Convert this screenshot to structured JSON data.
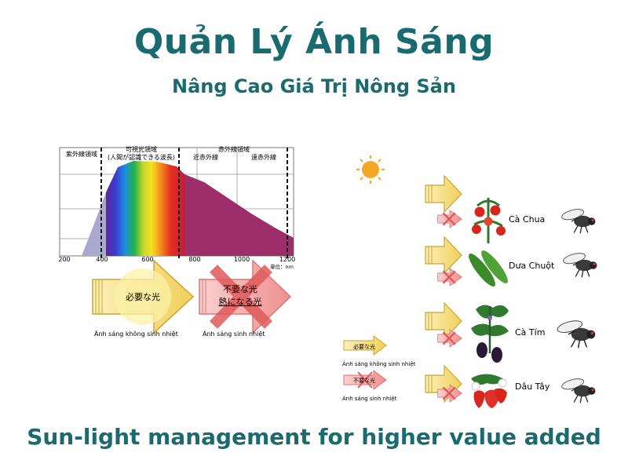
{
  "title": "Quản Lý Ánh Sáng",
  "subtitle": "Nâng Cao Giá Trị Nông Sản",
  "footer": "Sun-light management for higher value added",
  "spectrum": {
    "regions": [
      "紫外線領域",
      "可視光領域",
      "(人間が認識できる波長)",
      "赤外線領域",
      "近赤外線",
      "遠赤外線"
    ],
    "ticks": [
      "200",
      "400",
      "600",
      "800",
      "1000",
      "1200"
    ],
    "unit": "単位：nm"
  },
  "left_arrows": {
    "needed_label": "必要な光",
    "unneeded_line1": "不要な光",
    "unneeded_line2": "熱になる光",
    "caption_needed": "Ánh sáng không sinh nhiệt",
    "caption_unneeded": "Ánh sáng sinh nhiệt"
  },
  "legend": {
    "needed": "必要な光",
    "needed_caption": "Ánh sáng không sinh nhiệt",
    "unneeded": "不要な光",
    "unneeded_caption": "Ánh sáng sinh nhiệt"
  },
  "crops": [
    "Cà Chua",
    "Dưa Chuột",
    "Cà Tím",
    "Dâu Tây"
  ],
  "colors": {
    "heading": "#1a6b70",
    "spectrum_fill": "#9e2d6c",
    "uv_fill": "#a9a9cf",
    "arrow_yellow": "#f6e07a",
    "arrow_red": "#f3a3a3",
    "cross": "#e05a5a"
  },
  "icons": [
    "sun-icon",
    "fly-icon",
    "tomato-icon",
    "cucumber-icon",
    "eggplant-icon",
    "strawberry-icon"
  ]
}
